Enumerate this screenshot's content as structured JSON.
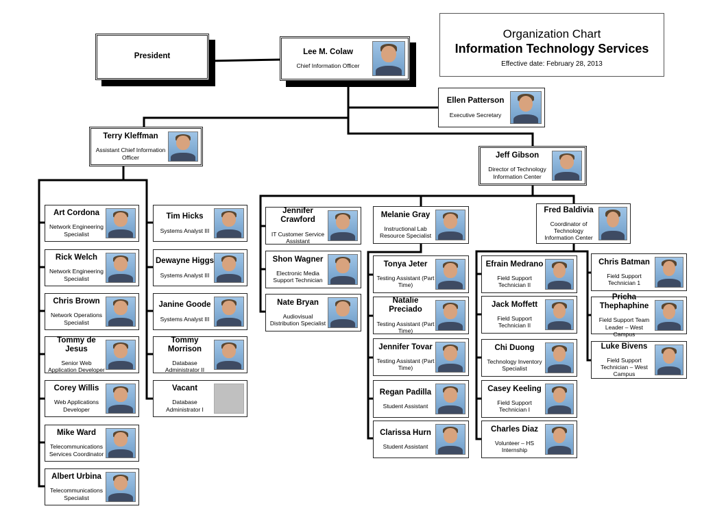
{
  "chart": {
    "title": "Organization Chart",
    "dept": "Information Technology Services",
    "effective": "Effective date: February 28, 2013"
  },
  "nodes": {
    "president": {
      "name": "President"
    },
    "colaw": {
      "name": "Lee M. Colaw",
      "title": "Chief Information Officer"
    },
    "patterson": {
      "name": "Ellen Patterson",
      "title": "Executive Secretary"
    },
    "kleffman": {
      "name": "Terry Kleffman",
      "title": "Assistant Chief Information Officer"
    },
    "gibson": {
      "name": "Jeff Gibson",
      "title": "Director of Technology Information Center"
    },
    "cordona": {
      "name": "Art Cordona",
      "title": "Network Engineering Specialist"
    },
    "welch": {
      "name": "Rick Welch",
      "title": "Network Engineering Specialist"
    },
    "brown": {
      "name": "Chris Brown",
      "title": "Network Operations Specialist"
    },
    "dejesus": {
      "name": "Tommy de Jesus",
      "title": "Senior Web Application Developer"
    },
    "willis": {
      "name": "Corey Willis",
      "title": "Web Applications Developer"
    },
    "ward": {
      "name": "Mike Ward",
      "title": "Telecommunications Services Coordinator"
    },
    "urbina": {
      "name": "Albert Urbina",
      "title": "Telecommunications Specialist"
    },
    "hicks": {
      "name": "Tim Hicks",
      "title": "Systems Analyst III"
    },
    "higgs": {
      "name": "Dewayne Higgs",
      "title": "Systems Analyst III"
    },
    "goode": {
      "name": "Janine Goode",
      "title": "Systems Analyst  III"
    },
    "morrison": {
      "name": "Tommy Morrison",
      "title": "Database Administrator II"
    },
    "vacant": {
      "name": "Vacant",
      "title": "Database Administrator I"
    },
    "crawford": {
      "name": "Jennifer Crawford",
      "title": "IT Customer Service Assistant"
    },
    "wagner": {
      "name": "Shon Wagner",
      "title": "Electronic Media Support Technician"
    },
    "bryan": {
      "name": "Nate Bryan",
      "title": "Audiovisual Distribution Specialist"
    },
    "gray": {
      "name": "Melanie Gray",
      "title": "Instructional Lab Resource Specialist"
    },
    "jeter": {
      "name": "Tonya Jeter",
      "title": "Testing Assistant (Part Time)"
    },
    "preciado": {
      "name": "Natalie Preciado",
      "title": "Testing Assistant (Part Time)"
    },
    "tovar": {
      "name": "Jennifer Tovar",
      "title": "Testing Assistant (Part Time)"
    },
    "padilla": {
      "name": "Regan Padilla",
      "title": "Student Assistant"
    },
    "hurn": {
      "name": "Clarissa Hurn",
      "title": "Student Assistant"
    },
    "baldivia": {
      "name": "Fred Baldivia",
      "title": "Coordinator of Technology Information Center"
    },
    "medrano": {
      "name": "Efrain Medrano",
      "title": "Field Support Technician II"
    },
    "moffett": {
      "name": "Jack Moffett",
      "title": "Field Support Technician II"
    },
    "duong": {
      "name": "Chi Duong",
      "title": "Technology Inventory Specialist"
    },
    "keeling": {
      "name": "Casey Keeling",
      "title": "Field Support Technician I"
    },
    "diaz": {
      "name": "Charles Diaz",
      "title": "Volunteer – HS Internship"
    },
    "batman": {
      "name": "Chris Batman",
      "title": "Field Support Technician 1"
    },
    "thephaphine": {
      "name": "Pricha Thephaphine",
      "title": "Field Support Team Leader – West Campus"
    },
    "bivens": {
      "name": "Luke Bivens",
      "title": "Field Support Technician – West Campus"
    }
  }
}
